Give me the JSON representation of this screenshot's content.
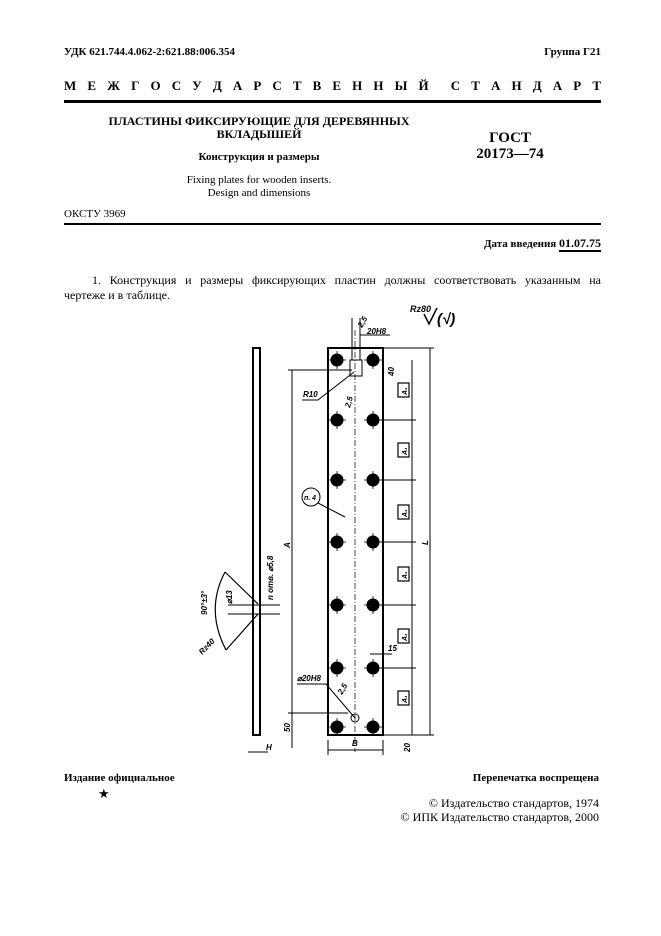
{
  "header": {
    "udk": "УДК 621.744.4.062-2:621.88:006.354",
    "group": "Группа Г21",
    "standard_banner": [
      "М",
      "Е",
      "Ж",
      "Г",
      "О",
      "С",
      "У",
      "Д",
      "А",
      "Р",
      "С",
      "Т",
      "В",
      "Е",
      "Н",
      "Н",
      "Ы",
      "Й",
      "",
      "С",
      "Т",
      "А",
      "Н",
      "Д",
      "А",
      "Р",
      "Т"
    ]
  },
  "title": {
    "ru_line1": "ПЛАСТИНЫ ФИКСИРУЮЩИЕ ДЛЯ ДЕРЕВЯННЫХ",
    "ru_line2": "ВКЛАДЫШЕЙ",
    "ru_subtitle": "Конструкция и размеры",
    "en_line1": "Fixing plates for wooden inserts.",
    "en_line2": "Design and dimensions",
    "gost_label": "ГОСТ",
    "gost_number": "20173—74"
  },
  "okstu": "ОКСТУ 3969",
  "intro_date": {
    "label": "Дата введения",
    "value": "01.07.75"
  },
  "body": {
    "paragraph1_line1": "1. Конструкция и размеры фиксирующих пластин должны соответствовать указанным на",
    "paragraph1_line2": "чертеже и в таблице."
  },
  "drawing": {
    "roughness": "Rz80",
    "roughness_paren": "(√)",
    "labels": {
      "dim_25_top": "2,5",
      "dim_20h8_top": "20H8",
      "r10": "R10",
      "dim_2_5": "2,5",
      "dim_40": "40",
      "a1": "A₁",
      "p4": "п. 4",
      "a": "A",
      "l": "L",
      "holes": "n отв. ⌀5,8",
      "d13": "⌀13",
      "angle": "90°±3°",
      "rz40": "Rz40",
      "d20h8": "⌀20H8",
      "dim_15": "15",
      "dim_2_5b": "2,5",
      "dim_50": "50",
      "b": "B",
      "h": "H",
      "dim_20": "20"
    }
  },
  "footer": {
    "official": "Издание официальное",
    "star": "★",
    "reprint": "Перепечатка воспрещена",
    "copyright1": "© Издательство стандартов, 1974",
    "copyright2": "© ИПК Издательство стандартов, 2000"
  }
}
